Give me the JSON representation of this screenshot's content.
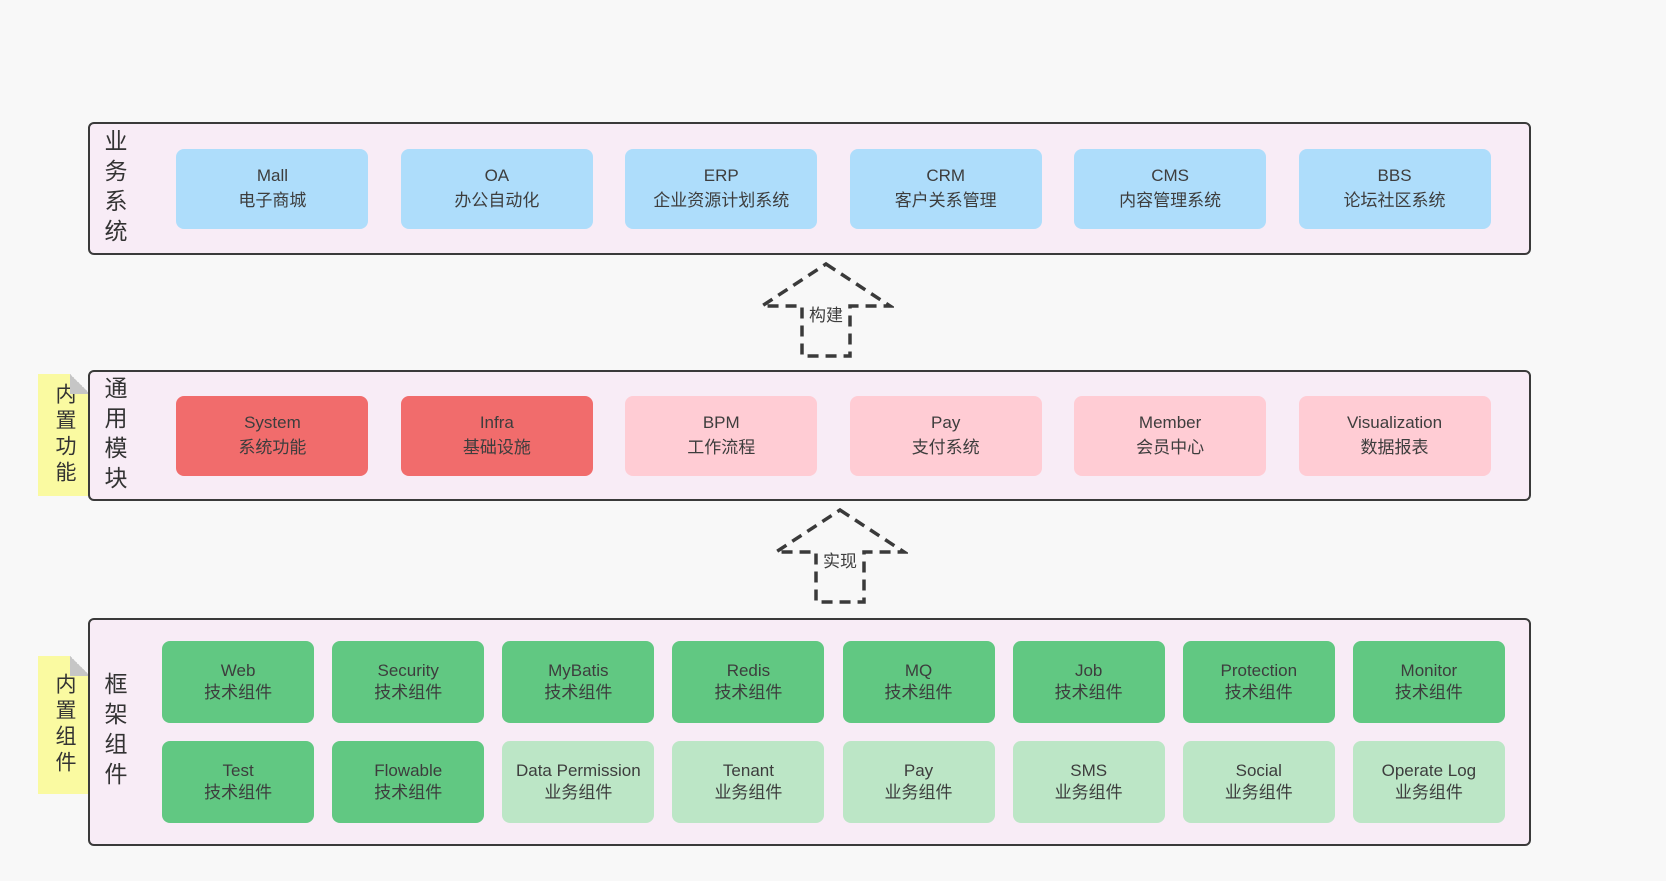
{
  "page": {
    "background_color": "#f8f8f8"
  },
  "colors": {
    "container_bg": "#f8ecf6",
    "container_border": "#3a3a3a",
    "blue_box": "#aeddfb",
    "red_box": "#f16c6c",
    "pink_box": "#ffccd4",
    "green_box": "#61c882",
    "light_green_box": "#bce6c6",
    "note_yellow": "#fafaa1",
    "note_fold_gray": "#c6c6c6",
    "text": "#3d3d3d"
  },
  "arrows": [
    {
      "label": "构建"
    },
    {
      "label": "实现"
    }
  ],
  "layers": [
    {
      "label": "业务系统",
      "boxes": [
        {
          "name": "Mall",
          "desc": "电子商城"
        },
        {
          "name": "OA",
          "desc": "办公自动化"
        },
        {
          "name": "ERP",
          "desc": "企业资源计划系统"
        },
        {
          "name": "CRM",
          "desc": "客户关系管理"
        },
        {
          "name": "CMS",
          "desc": "内容管理系统"
        },
        {
          "name": "BBS",
          "desc": "论坛社区系统"
        }
      ]
    },
    {
      "label": "通用模块",
      "note": "内置功能",
      "boxes": [
        {
          "name": "System",
          "desc": "系统功能"
        },
        {
          "name": "Infra",
          "desc": "基础设施"
        },
        {
          "name": "BPM",
          "desc": "工作流程"
        },
        {
          "name": "Pay",
          "desc": "支付系统"
        },
        {
          "name": "Member",
          "desc": "会员中心"
        },
        {
          "name": "Visualization",
          "desc": "数据报表"
        }
      ]
    },
    {
      "label": "框架组件",
      "note": "内置组件",
      "rows": [
        [
          {
            "name": "Web",
            "desc": "技术组件"
          },
          {
            "name": "Security",
            "desc": "技术组件"
          },
          {
            "name": "MyBatis",
            "desc": "技术组件"
          },
          {
            "name": "Redis",
            "desc": "技术组件"
          },
          {
            "name": "MQ",
            "desc": "技术组件"
          },
          {
            "name": "Job",
            "desc": "技术组件"
          },
          {
            "name": "Protection",
            "desc": "技术组件"
          },
          {
            "name": "Monitor",
            "desc": "技术组件"
          }
        ],
        [
          {
            "name": "Test",
            "desc": "技术组件"
          },
          {
            "name": "Flowable",
            "desc": "技术组件"
          },
          {
            "name": "Data Permission",
            "desc": "业务组件"
          },
          {
            "name": "Tenant",
            "desc": "业务组件"
          },
          {
            "name": "Pay",
            "desc": "业务组件"
          },
          {
            "name": "SMS",
            "desc": "业务组件"
          },
          {
            "name": "Social",
            "desc": "业务组件"
          },
          {
            "name": "Operate Log",
            "desc": "业务组件"
          }
        ]
      ]
    }
  ]
}
